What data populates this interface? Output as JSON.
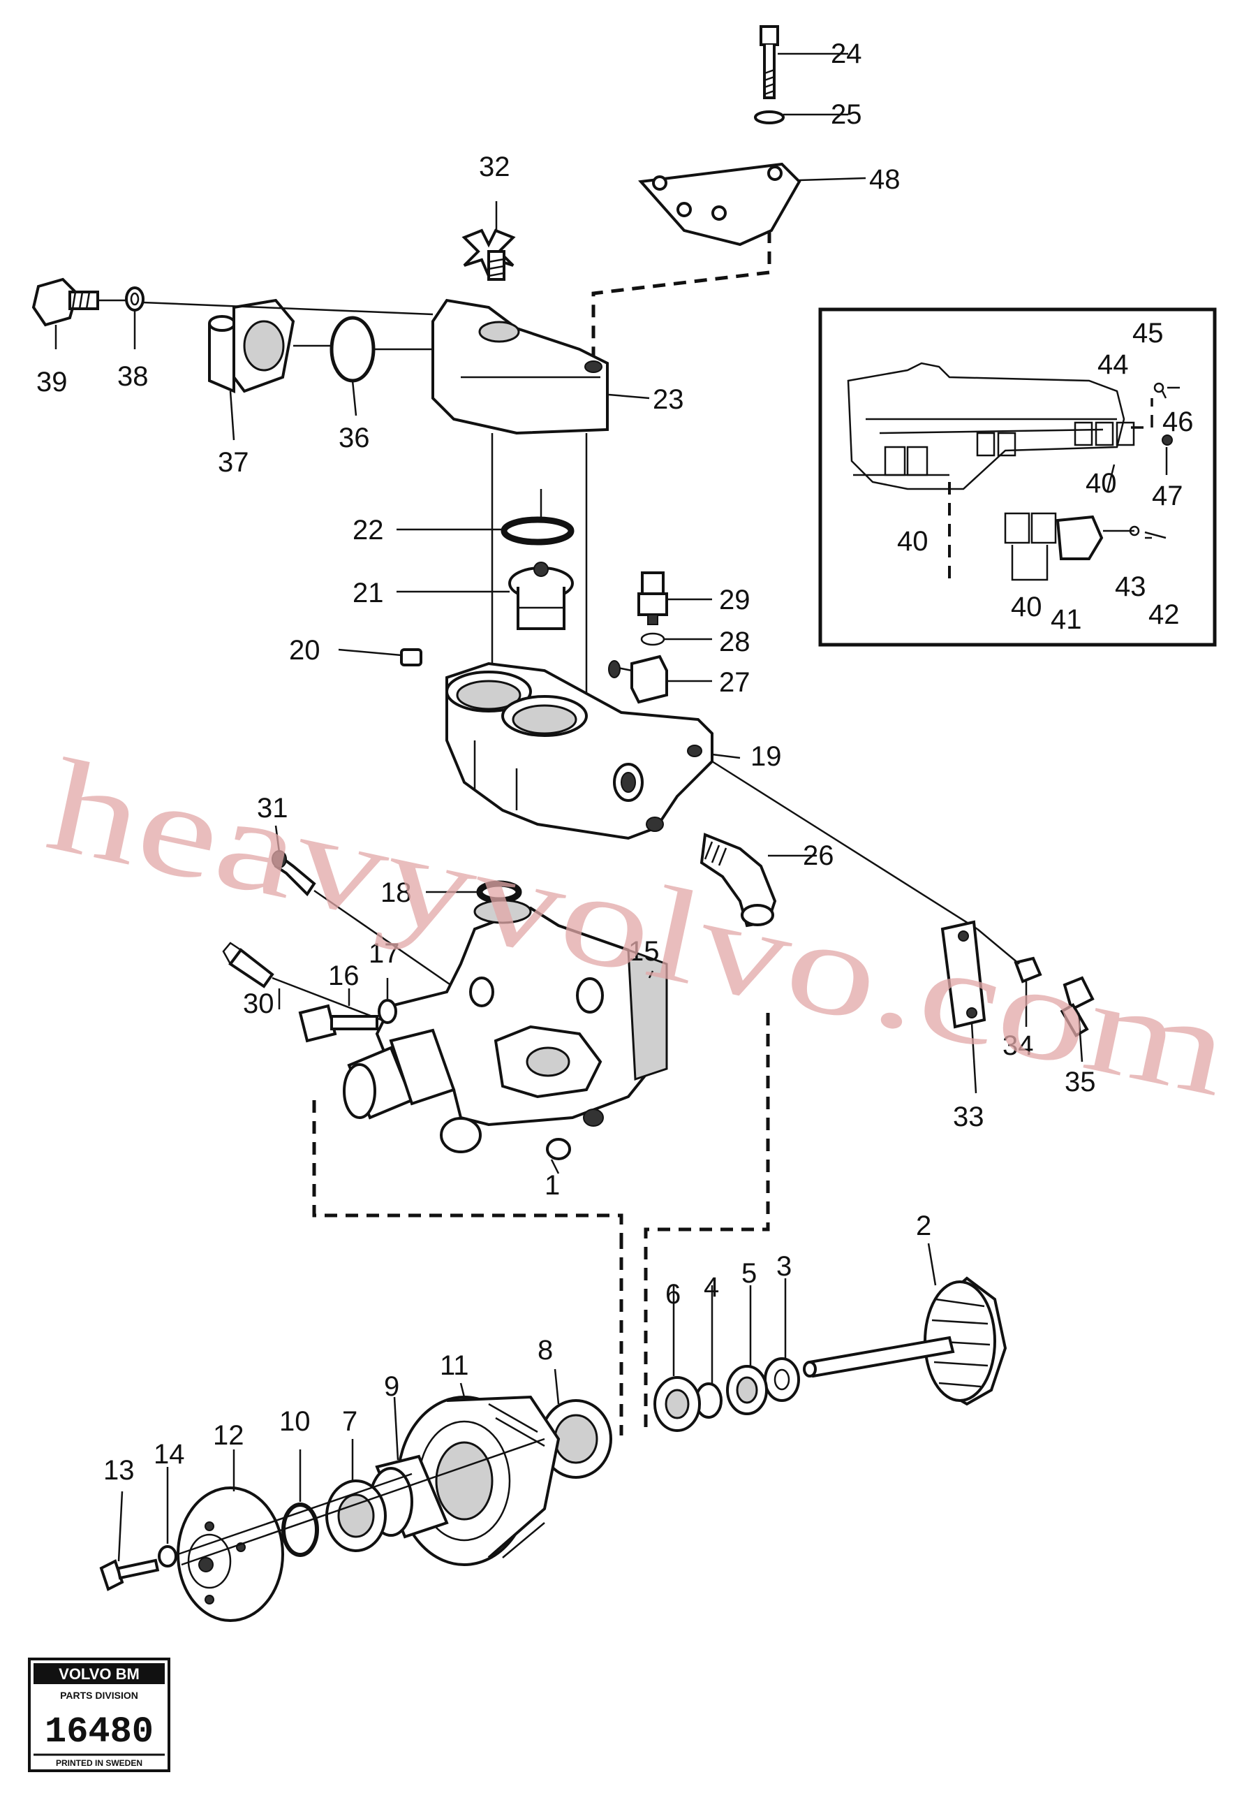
{
  "watermark": "heavyvolvo.com",
  "stamp": {
    "brand": "VOLVO BM",
    "division": "PARTS DIVISION",
    "number": "16480",
    "footer": "PRINTED IN SWEDEN"
  },
  "callouts": {
    "c1": "1",
    "c2": "2",
    "c3": "3",
    "c4": "4",
    "c5": "5",
    "c6": "6",
    "c7": "7",
    "c8": "8",
    "c9": "9",
    "c10": "10",
    "c11": "11",
    "c12": "12",
    "c13": "13",
    "c14": "14",
    "c15": "15",
    "c16": "16",
    "c17": "17",
    "c18": "18",
    "c19": "19",
    "c20": "20",
    "c21": "21",
    "c22": "22",
    "c23": "23",
    "c24": "24",
    "c25": "25",
    "c26": "26",
    "c27": "27",
    "c28": "28",
    "c29": "29",
    "c30": "30",
    "c31": "31",
    "c32": "32",
    "c33": "33",
    "c34": "34",
    "c35": "35",
    "c36": "36",
    "c37": "37",
    "c38": "38",
    "c39": "39",
    "c40a": "40",
    "c40b": "40",
    "c40c": "40",
    "c41": "41",
    "c42": "42",
    "c43": "43",
    "c44": "44",
    "c45": "45",
    "c46": "46",
    "c47": "47",
    "c48": "48"
  }
}
